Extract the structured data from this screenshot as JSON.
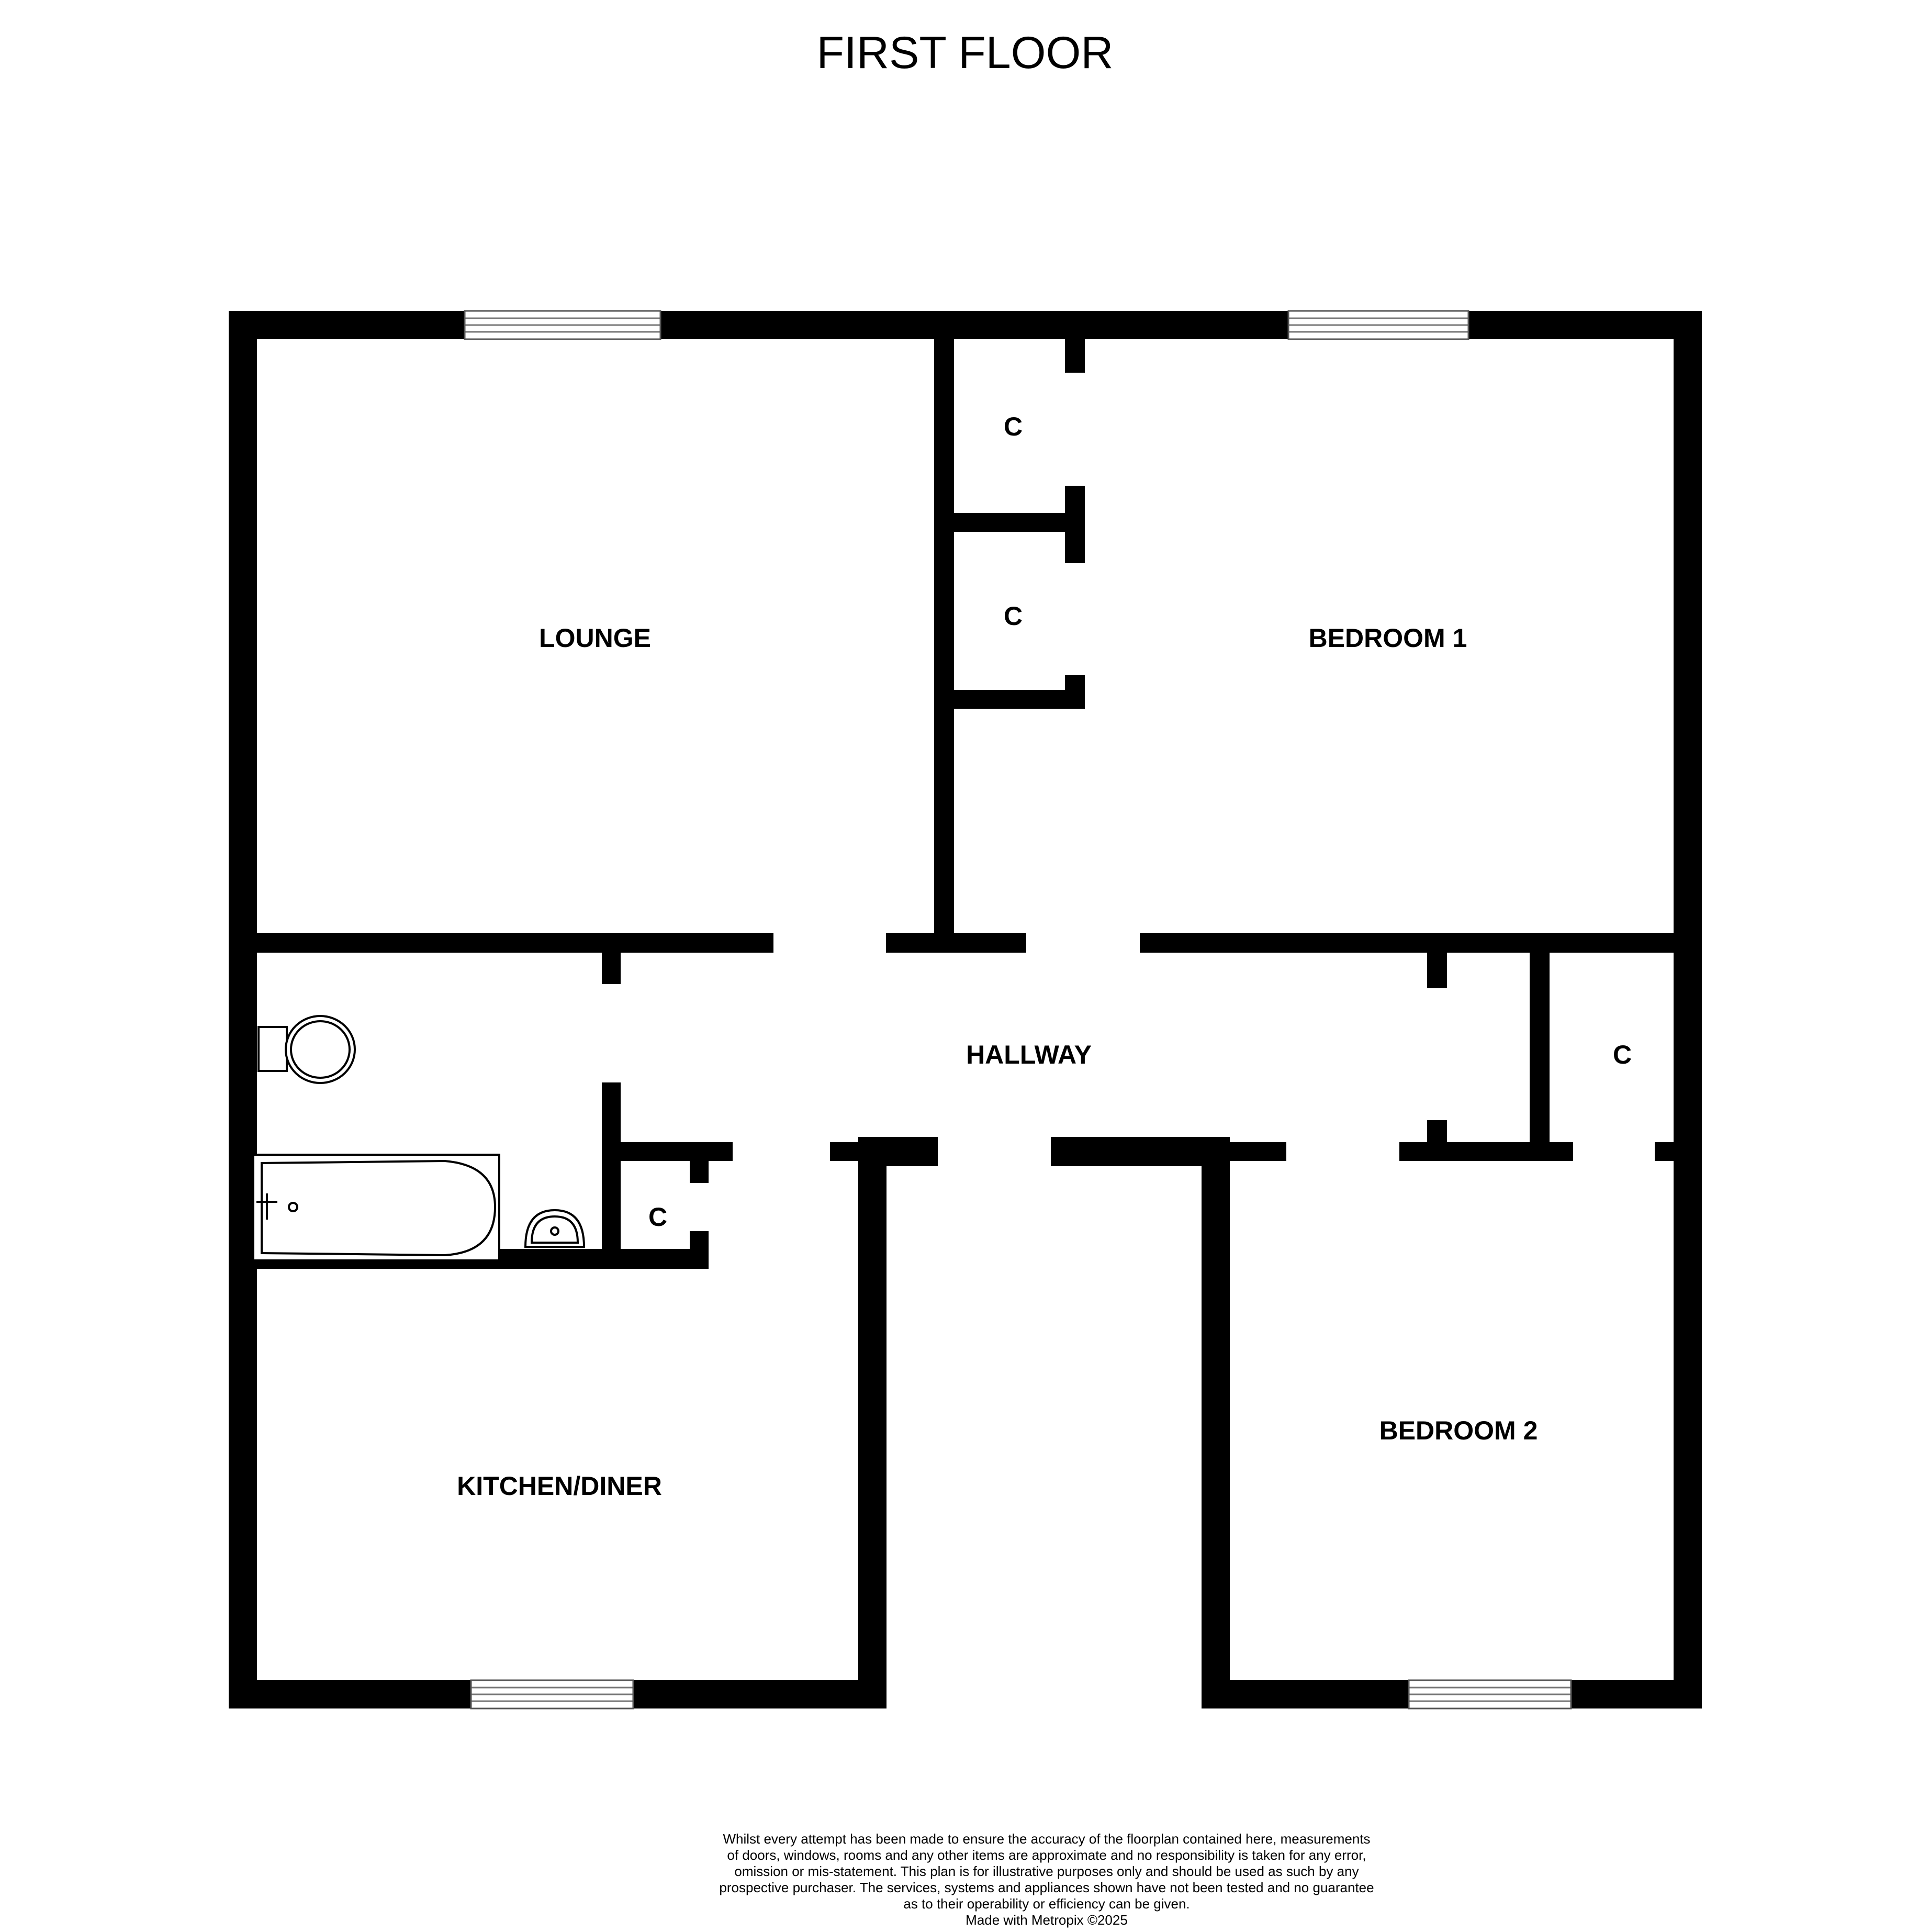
{
  "title": "FIRST FLOOR",
  "rooms": {
    "lounge": "LOUNGE",
    "bedroom1": "BEDROOM 1",
    "hallway": "HALLWAY",
    "kitchen": "KITCHEN/DINER",
    "bedroom2": "BEDROOM 2",
    "cupboard_bed1_upper": "C",
    "cupboard_bed1_lower": "C",
    "cupboard_hall_right": "C",
    "cupboard_bathroom": "C"
  },
  "disclaimer": [
    "Whilst every attempt has been made to ensure the accuracy of the floorplan contained here, measurements",
    "of doors, windows, rooms and any other items are approximate and no responsibility is taken for any error,",
    "omission or mis-statement. This plan is for illustrative purposes only and should be used as such by any",
    "prospective purchaser. The services, systems and appliances shown have not been tested and no guarantee",
    "as to their operability or efficiency can be given.",
    "Made with Metropix ©2025"
  ],
  "colors": {
    "wall": "#000000",
    "background": "#ffffff",
    "window": "#888888"
  }
}
